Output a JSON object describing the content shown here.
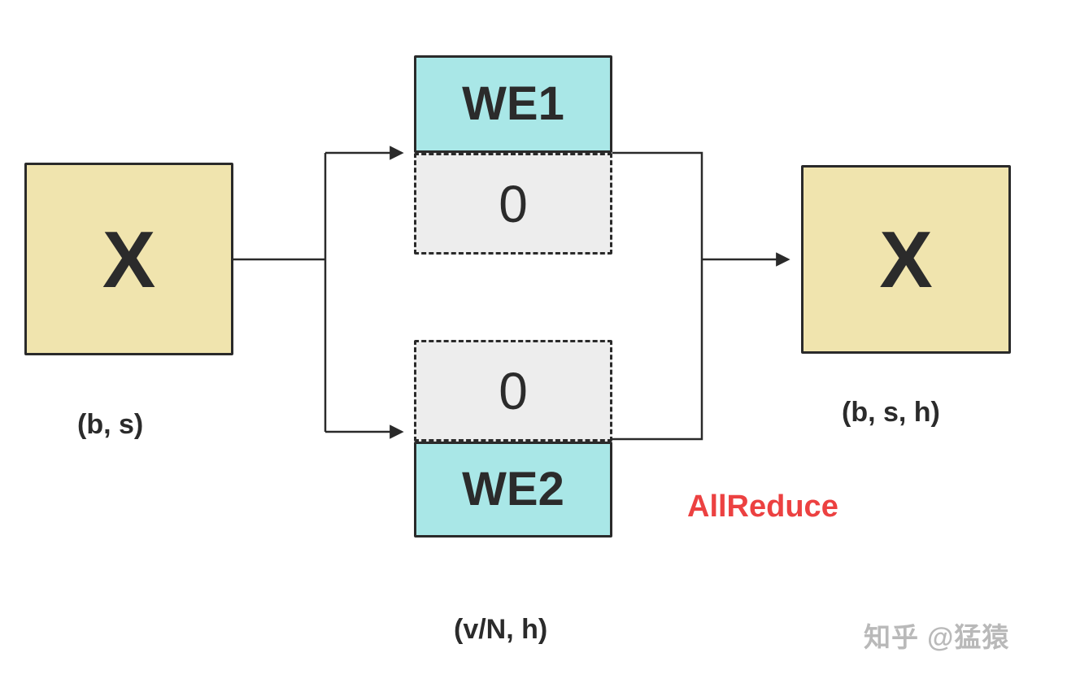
{
  "diagram": {
    "left_box": {
      "label": "X",
      "shape_label": "(b, s)"
    },
    "top_block": {
      "we_label": "WE1",
      "zero_label": "0"
    },
    "bottom_block": {
      "zero_label": "0",
      "we_label": "WE2"
    },
    "right_box": {
      "label": "X",
      "shape_label": "(b, s, h)"
    },
    "allreduce_label": "AllReduce",
    "middle_shape_label": "(v/N, h)",
    "colors": {
      "box_yellow": "#F0E4AE",
      "box_cyan": "#A9E7E7",
      "dashed_fill": "#EDEDED",
      "border_dark": "#2A2A2A",
      "allreduce_red": "#EC4141",
      "watermark_gray": "#B9B9B9"
    }
  },
  "watermark": {
    "text": "知乎 @猛猿"
  }
}
